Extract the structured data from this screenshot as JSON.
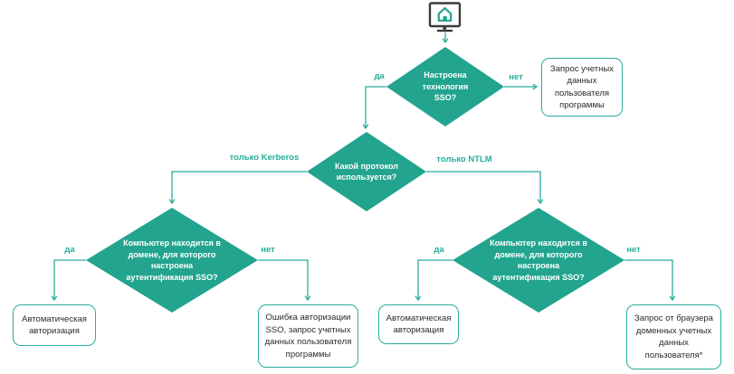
{
  "colors": {
    "teal_fill": "#22A48E",
    "teal_line": "#27AD9A",
    "diamond_text": "#FFFFFF",
    "box_text": "#2B2B2B",
    "monitor_dark": "#3B3B3B"
  },
  "flowchart": {
    "start_icon": "computer-monitor-with-home",
    "decisions": {
      "sso_configured": "Настроена\nтехнология\nSSO?",
      "protocol": "Какой протокол\nиспользуется?",
      "domain_kerberos": "Компьютер находится в\nдомене, для которого\nнастроена\nаутентификация SSO?",
      "domain_ntlm": "Компьютер находится в\nдомене, для которого\nнастроена\nаутентификация SSO?"
    },
    "results": {
      "app_credentials": "Запрос учетных\nданных\nпользователя\nпрограммы",
      "auto_auth_kerberos": "Автоматическая\nавторизация",
      "sso_error": "Ошибка авторизации\nSSO, запрос учетных\nданных пользователя\nпрограммы",
      "auto_auth_ntlm": "Автоматическая\nавторизация",
      "browser_credentials": "Запрос от браузера\nдоменных учетных\nданных\nпользователя*"
    },
    "edge_labels": {
      "sso_yes": "да",
      "sso_no": "нет",
      "kerberos": "только Kerberos",
      "ntlm": "только NTLM",
      "kerberos_domain_yes": "да",
      "kerberos_domain_no": "нет",
      "ntlm_domain_yes": "да",
      "ntlm_domain_no": "нет"
    }
  }
}
